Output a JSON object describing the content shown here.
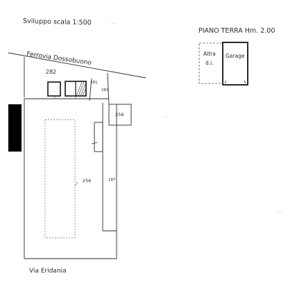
{
  "drawing": {
    "title": "Sviluppo scala  1:500",
    "labels": {
      "ferrovia": "Ferrovia  Dossobuono",
      "via": "Via  Eridania",
      "parcel_282": "282",
      "parcel_281": "281",
      "parcel_283": "283",
      "parcel_258": "258",
      "parcel_256": "256",
      "parcel_187": "187"
    }
  },
  "floor_plan": {
    "title": "PIANO  TERRA  Hm. 2.00",
    "rooms": {
      "altra_line1": "Altra",
      "altra_line2": "d.i.",
      "garage": "Garage"
    }
  },
  "colors": {
    "ink": "#2a2a2a",
    "dark_block": "#000000",
    "dashed": "#555555"
  }
}
